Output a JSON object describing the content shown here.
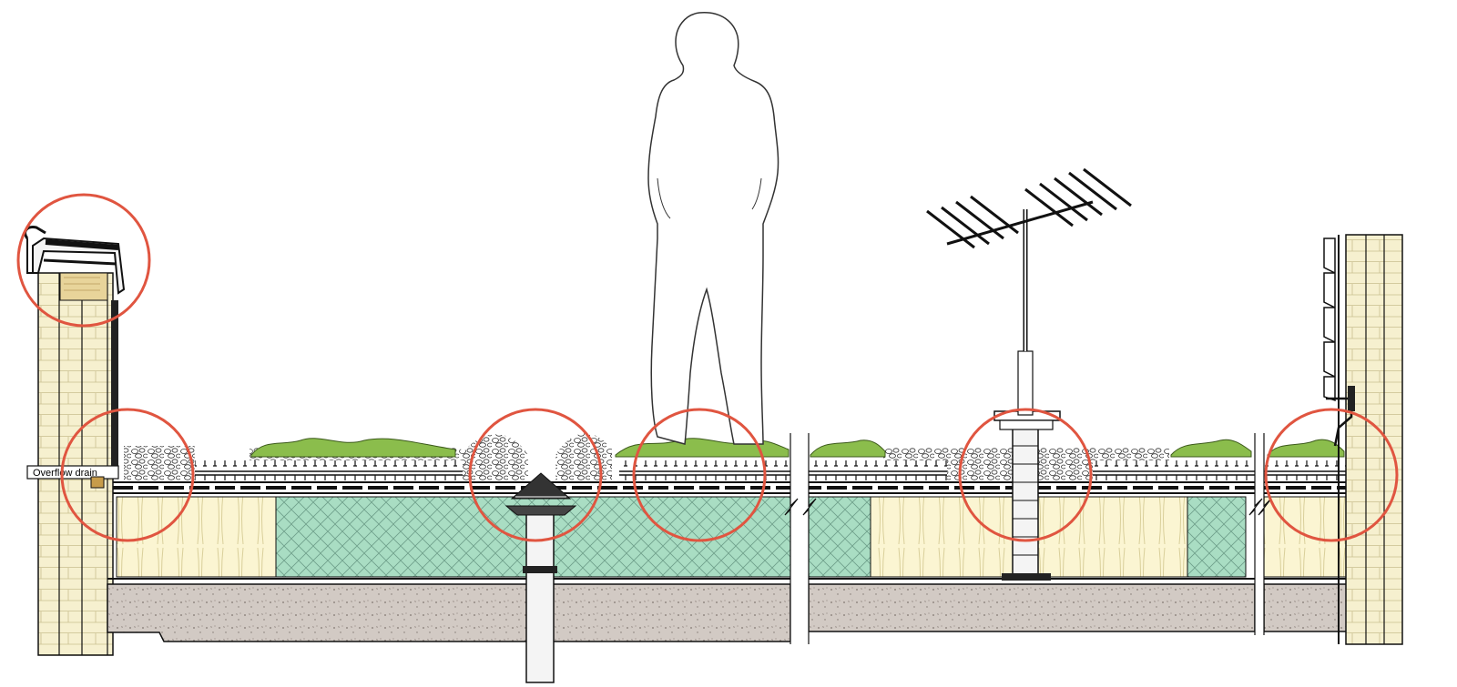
{
  "labels": {
    "overflow_drain": "Overflow drain"
  },
  "colors": {
    "background": "#ffffff",
    "insulation_eps": "#fbf5d2",
    "insulation_xps": "#a9ddc3",
    "concrete": "#d2cac4",
    "plants": "#8bbd4c",
    "wood": "#e8d49a",
    "highlight_circle": "#e05540",
    "line": "#111111"
  },
  "highlight_circles": [
    {
      "name": "parapet-cap-detail"
    },
    {
      "name": "parapet-base-detail"
    },
    {
      "name": "roof-drain-detail"
    },
    {
      "name": "walkway-detail"
    },
    {
      "name": "antenna-mast-detail"
    },
    {
      "name": "wall-junction-detail"
    }
  ]
}
